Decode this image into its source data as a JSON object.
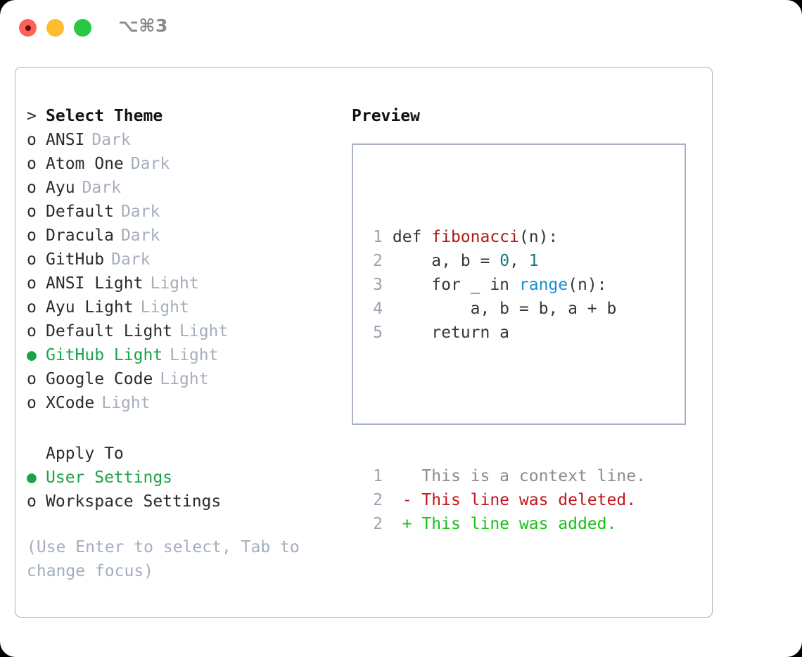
{
  "titlebar": {
    "title": "⌥⌘3",
    "buttons": [
      {
        "name": "close",
        "color": "#ff6159"
      },
      {
        "name": "minimize",
        "color": "#ffbd2e"
      },
      {
        "name": "maximize",
        "color": "#28c840"
      }
    ]
  },
  "colors": {
    "accent_green": "#19a347",
    "muted": "#a6aebb",
    "border": "#aab3c2",
    "text": "#2b2b2b",
    "hint": "#a3adbd",
    "syntax_function": "#a81a1a",
    "syntax_number": "#0e7a74",
    "syntax_builtin": "#1a8fd0",
    "diff_added": "#14c214",
    "diff_deleted": "#c4161c",
    "diff_context": "#8c8c8c"
  },
  "theme_list": {
    "header": {
      "marker": ">",
      "label": "Select Theme"
    },
    "items": [
      {
        "marker": "o",
        "label": "ANSI",
        "tag": "Dark",
        "selected": false
      },
      {
        "marker": "o",
        "label": "Atom One",
        "tag": "Dark",
        "selected": false
      },
      {
        "marker": "o",
        "label": "Ayu",
        "tag": "Dark",
        "selected": false
      },
      {
        "marker": "o",
        "label": "Default",
        "tag": "Dark",
        "selected": false
      },
      {
        "marker": "o",
        "label": "Dracula",
        "tag": "Dark",
        "selected": false
      },
      {
        "marker": "o",
        "label": "GitHub",
        "tag": "Dark",
        "selected": false
      },
      {
        "marker": "o",
        "label": "ANSI Light",
        "tag": "Light",
        "selected": false
      },
      {
        "marker": "o",
        "label": "Ayu Light",
        "tag": "Light",
        "selected": false
      },
      {
        "marker": "o",
        "label": "Default Light",
        "tag": "Light",
        "selected": false
      },
      {
        "marker": "●",
        "label": "GitHub Light",
        "tag": "Light",
        "selected": true
      },
      {
        "marker": "o",
        "label": "Google Code",
        "tag": "Light",
        "selected": false
      },
      {
        "marker": "o",
        "label": "XCode",
        "tag": "Light",
        "selected": false
      }
    ]
  },
  "apply_to": {
    "header": {
      "marker": "",
      "label": "Apply To"
    },
    "items": [
      {
        "marker": "●",
        "label": "User Settings",
        "selected": true
      },
      {
        "marker": "o",
        "label": "Workspace Settings",
        "selected": false
      }
    ]
  },
  "hint": "(Use Enter to select, Tab to change focus)",
  "preview": {
    "title": "Preview",
    "code_lines": [
      {
        "number": "1",
        "tokens": [
          {
            "text": "def ",
            "type": "plain"
          },
          {
            "text": "fibonacci",
            "type": "fn"
          },
          {
            "text": "(n):",
            "type": "plain"
          }
        ]
      },
      {
        "number": "2",
        "tokens": [
          {
            "text": "    a, b = ",
            "type": "plain"
          },
          {
            "text": "0",
            "type": "num"
          },
          {
            "text": ", ",
            "type": "plain"
          },
          {
            "text": "1",
            "type": "num"
          }
        ]
      },
      {
        "number": "3",
        "tokens": [
          {
            "text": "    for _ in ",
            "type": "plain"
          },
          {
            "text": "range",
            "type": "builtin"
          },
          {
            "text": "(n):",
            "type": "plain"
          }
        ]
      },
      {
        "number": "4",
        "tokens": [
          {
            "text": "        a, b = b, a + b",
            "type": "plain"
          }
        ]
      },
      {
        "number": "5",
        "tokens": [
          {
            "text": "    return a",
            "type": "plain"
          }
        ]
      }
    ],
    "diff_lines": [
      {
        "number": "1",
        "sign": " ",
        "text": " This is a context line.",
        "kind": "ctx"
      },
      {
        "number": "2",
        "sign": "-",
        "text": " This line was deleted.",
        "kind": "del"
      },
      {
        "number": "2",
        "sign": "+",
        "text": " This line was added.",
        "kind": "add"
      }
    ]
  }
}
